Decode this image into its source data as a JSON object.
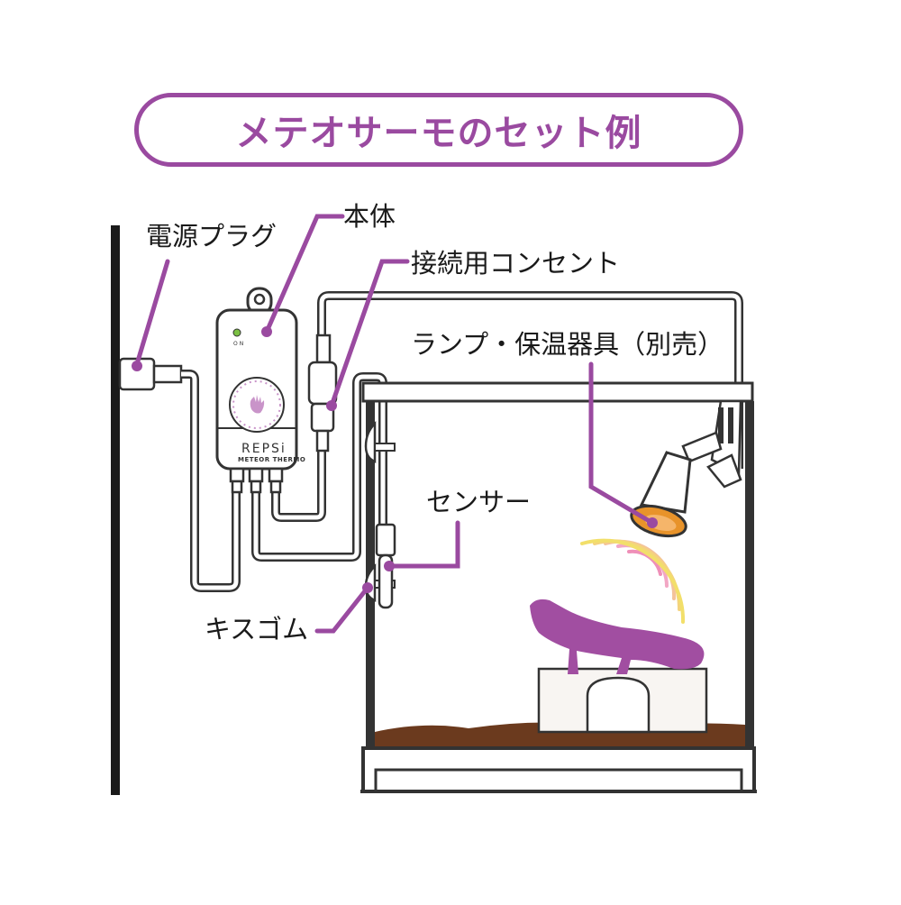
{
  "title": "メテオサーモのセット例",
  "labels": {
    "power_plug": "電源プラグ",
    "main_unit": "本体",
    "connection_outlet": "接続用コンセント",
    "lamp_heater": "ランプ・保温器具（別売）",
    "sensor": "センサー",
    "suction_cup": "キスゴム"
  },
  "device": {
    "led_label": "ON",
    "brand": "REPSi",
    "model": "METEOR THERMO"
  },
  "colors": {
    "accent": "#9a4aa0",
    "wall": "#1a1a1a",
    "substrate": "#6b3a1e",
    "lamp_glow": "#e8932a",
    "heat_wave_outer": "#f2df6a",
    "heat_wave_inner": "#ef8fb8",
    "led": "#7bc043"
  }
}
